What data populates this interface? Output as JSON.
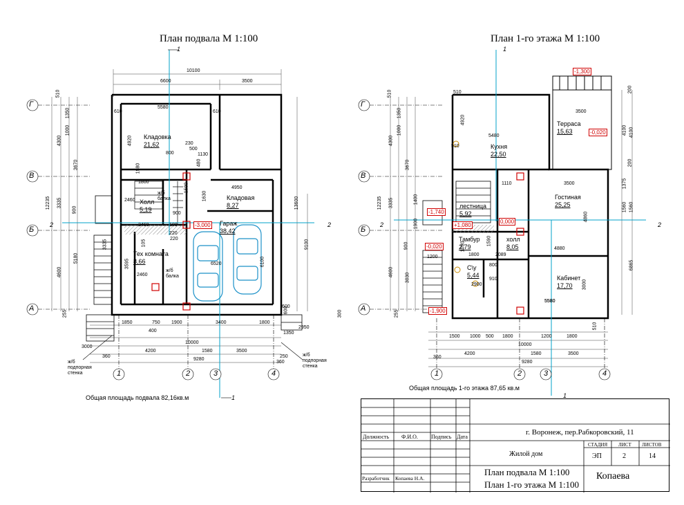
{
  "titles": {
    "basement": "План подвала М 1:100",
    "floor1": "План 1-го этажа М 1:100"
  },
  "area_notes": {
    "basement": "Общая площадь подвала 82,16кв.м",
    "floor1": "Общая площадь 1-го этажа 87,65 кв.м"
  },
  "axes": {
    "rows": [
      "Г",
      "В",
      "Б",
      "А"
    ],
    "cols": [
      "1",
      "2",
      "3",
      "4"
    ],
    "sections": [
      "1",
      "2"
    ]
  },
  "basement": {
    "rooms": [
      {
        "name": "Кладовка",
        "area": "21,62"
      },
      {
        "name": "Холл",
        "area": "5,19"
      },
      {
        "name": "Кладовая",
        "area": "8,27"
      },
      {
        "name": "Гараж",
        "area": "38,42"
      },
      {
        "name": "Тех комната",
        "area": "8,66"
      }
    ],
    "levels": [
      "-3,000"
    ],
    "labels": {
      "column": "ж/б",
      "column2": "балка",
      "wall": "ж/б подпорная стенка"
    },
    "dims_top": [
      "10100",
      "6600",
      "3500",
      "5580",
      "610",
      "610"
    ],
    "dims_bottom": [
      "1850",
      "750",
      "1900",
      "3400",
      "1800",
      "10000",
      "4200",
      "1580",
      "3500",
      "9280",
      "3000",
      "360",
      "600",
      "400",
      "2950",
      "1350",
      "250",
      "360"
    ],
    "dims_left": [
      "510",
      "1350",
      "1000",
      "4300",
      "3670",
      "12235",
      "3335",
      "900",
      "5180",
      "4600",
      "255"
    ],
    "dims_right": [
      "13600",
      "9100",
      "6100",
      "300",
      "600"
    ],
    "dims_inner": [
      "4920",
      "1980",
      "800",
      "230",
      "500",
      "1130",
      "480",
      "1800",
      "4950",
      "2460",
      "1630",
      "1500",
      "900",
      "100",
      "2460",
      "220",
      "105",
      "3595",
      "6520",
      "3335",
      "2460",
      "220"
    ]
  },
  "floor1": {
    "rooms": [
      {
        "name": "Терраса",
        "area": "15,63"
      },
      {
        "name": "Кухня",
        "area": "22,50"
      },
      {
        "name": "Гостиная",
        "area": "25,25"
      },
      {
        "name": "лестница",
        "area": "5,92"
      },
      {
        "name": "Тамбур",
        "area": "2,79"
      },
      {
        "name": "холл",
        "area": "8,05"
      },
      {
        "name": "С\\у",
        "area": "5,44"
      },
      {
        "name": "Кабинет",
        "area": "17,70"
      }
    ],
    "levels": [
      "-1,300",
      "-0,020",
      "-1,740",
      "+1,080",
      "0,000",
      "-0,020",
      "-1,900"
    ],
    "dims_top": [
      "200",
      "3500",
      "4100",
      "5480",
      "510",
      "510",
      "200",
      "1375",
      "1560"
    ],
    "dims_bottom": [
      "1500",
      "1000",
      "500",
      "1800",
      "1200",
      "1800",
      "10000",
      "4200",
      "1580",
      "3500",
      "9280",
      "360",
      "5580",
      "510"
    ],
    "dims_left": [
      "510",
      "1350",
      "1000",
      "4300",
      "3670",
      "1400",
      "12235",
      "3335",
      "1900",
      "900",
      "4600",
      "3030",
      "255"
    ],
    "dims_right": [
      "4100",
      "1560",
      "4860",
      "6865"
    ],
    "dims_inner": [
      "4920",
      "1110",
      "3500",
      "4880",
      "1800",
      "2089",
      "1590",
      "5580",
      "3000",
      "910",
      "2900",
      "800",
      "1090",
      "1200"
    ]
  },
  "stamp": {
    "address": "г. Воронеж, пер.Рабкоровский, 11",
    "object": "Жилой дом",
    "sheet_titles": [
      "План подвала М 1:100",
      "План 1-го этажа М 1:100"
    ],
    "author": "Копаева",
    "headers": {
      "position": "Должность",
      "fio": "Ф.И.О.",
      "signature": "Подпись",
      "date": "Дата",
      "stage": "СТАДИЯ",
      "sheet": "ЛИСТ",
      "sheets": "ЛИСТОВ"
    },
    "values": {
      "stage": "ЭП",
      "sheet": "2",
      "sheets": "14"
    },
    "developer_role": "Разработчик",
    "developer_name": "Копаева Н.А."
  },
  "colors": {
    "axis_line": "#00a0c8",
    "marker_red": "#d00000",
    "car": "#1a90c8",
    "ink": "#000000",
    "grey_hatch": "#888888"
  }
}
